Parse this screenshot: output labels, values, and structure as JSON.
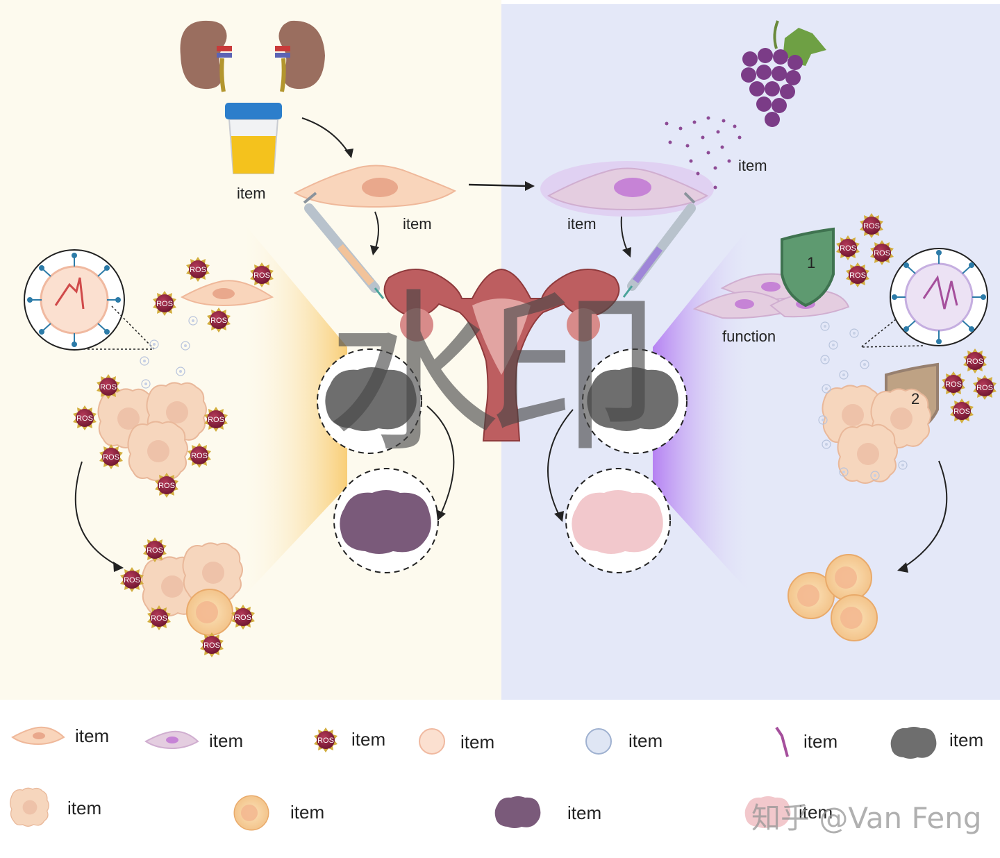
{
  "diagram": {
    "labels": {
      "urine_item": "item",
      "cell_item_left": "item",
      "cell_item_right": "item",
      "grape_item": "item",
      "function": "function"
    },
    "shield_numbers": [
      "1",
      "2"
    ],
    "ros_text": "ROS",
    "watermark_center": "水印",
    "watermark_corner": "知乎 @Van Feng"
  },
  "legend": {
    "row1": [
      {
        "icon": "peach-cell-icon",
        "label": "item"
      },
      {
        "icon": "lilac-cell-icon",
        "label": "item"
      },
      {
        "icon": "ros-icon",
        "label": "item"
      },
      {
        "icon": "peach-vesicle-icon",
        "label": "item"
      },
      {
        "icon": "blue-vesicle-icon",
        "label": "item"
      },
      {
        "icon": "rna-strand-icon",
        "label": "item"
      },
      {
        "icon": "grey-ovary-icon",
        "label": "item"
      }
    ],
    "row2": [
      {
        "icon": "damaged-cell-icon",
        "label": "item"
      },
      {
        "icon": "healthy-cell-icon",
        "label": "item"
      },
      {
        "icon": "purple-ovary-icon",
        "label": "item"
      },
      {
        "icon": "pink-ovary-icon",
        "label": "item"
      }
    ]
  },
  "colors": {
    "left_panel_bg": "#fdfaee",
    "right_panel_bg": "#e4e8f8",
    "ros_fill": "#8c1f3b",
    "ros_spikes": "#c9a53a",
    "uterus": "#b8575b",
    "shield_green": "#5e9a70",
    "shield_tan": "#b89670"
  }
}
